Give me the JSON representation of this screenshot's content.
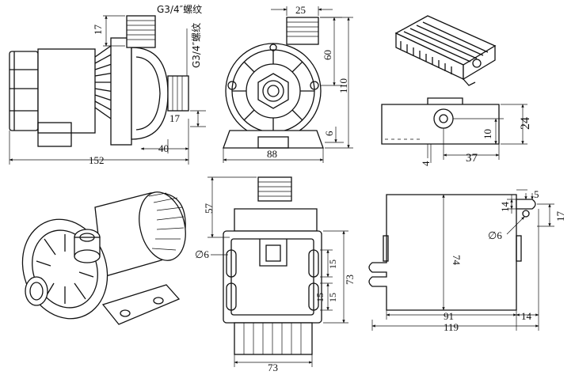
{
  "drawing": {
    "side_view": {
      "thread_label_top": "G3/4″螺纹",
      "thread_label_side": "G3/4″螺纹",
      "dims": {
        "nozzle_h": "17",
        "outlet_h": "17",
        "outlet_len": "40",
        "overall_len": "152"
      }
    },
    "front_view": {
      "dims": {
        "outlet_w": "25",
        "outlet_offset": "60",
        "overall_h": "110",
        "foot_h": "6",
        "base_w": "88"
      }
    },
    "controller_iso": {},
    "controller_side": {
      "dims": {
        "height": "24",
        "hole_h": "10",
        "hole_pos": "37",
        "flange": "4"
      }
    },
    "pump_iso": {},
    "bottom_view": {
      "dims": {
        "inlet_h": "57",
        "hole_dia": "∅6",
        "slot_a": "15",
        "slot_b": "15",
        "slot_c": "15",
        "height": "73",
        "width": "73"
      }
    },
    "controller_plan": {
      "dims": {
        "tab_w": "5",
        "tab_a": "14",
        "tab_b": "17",
        "hole_dia": "∅6",
        "length": "74",
        "hole_span": "91",
        "edge": "14",
        "overall": "119"
      }
    }
  }
}
